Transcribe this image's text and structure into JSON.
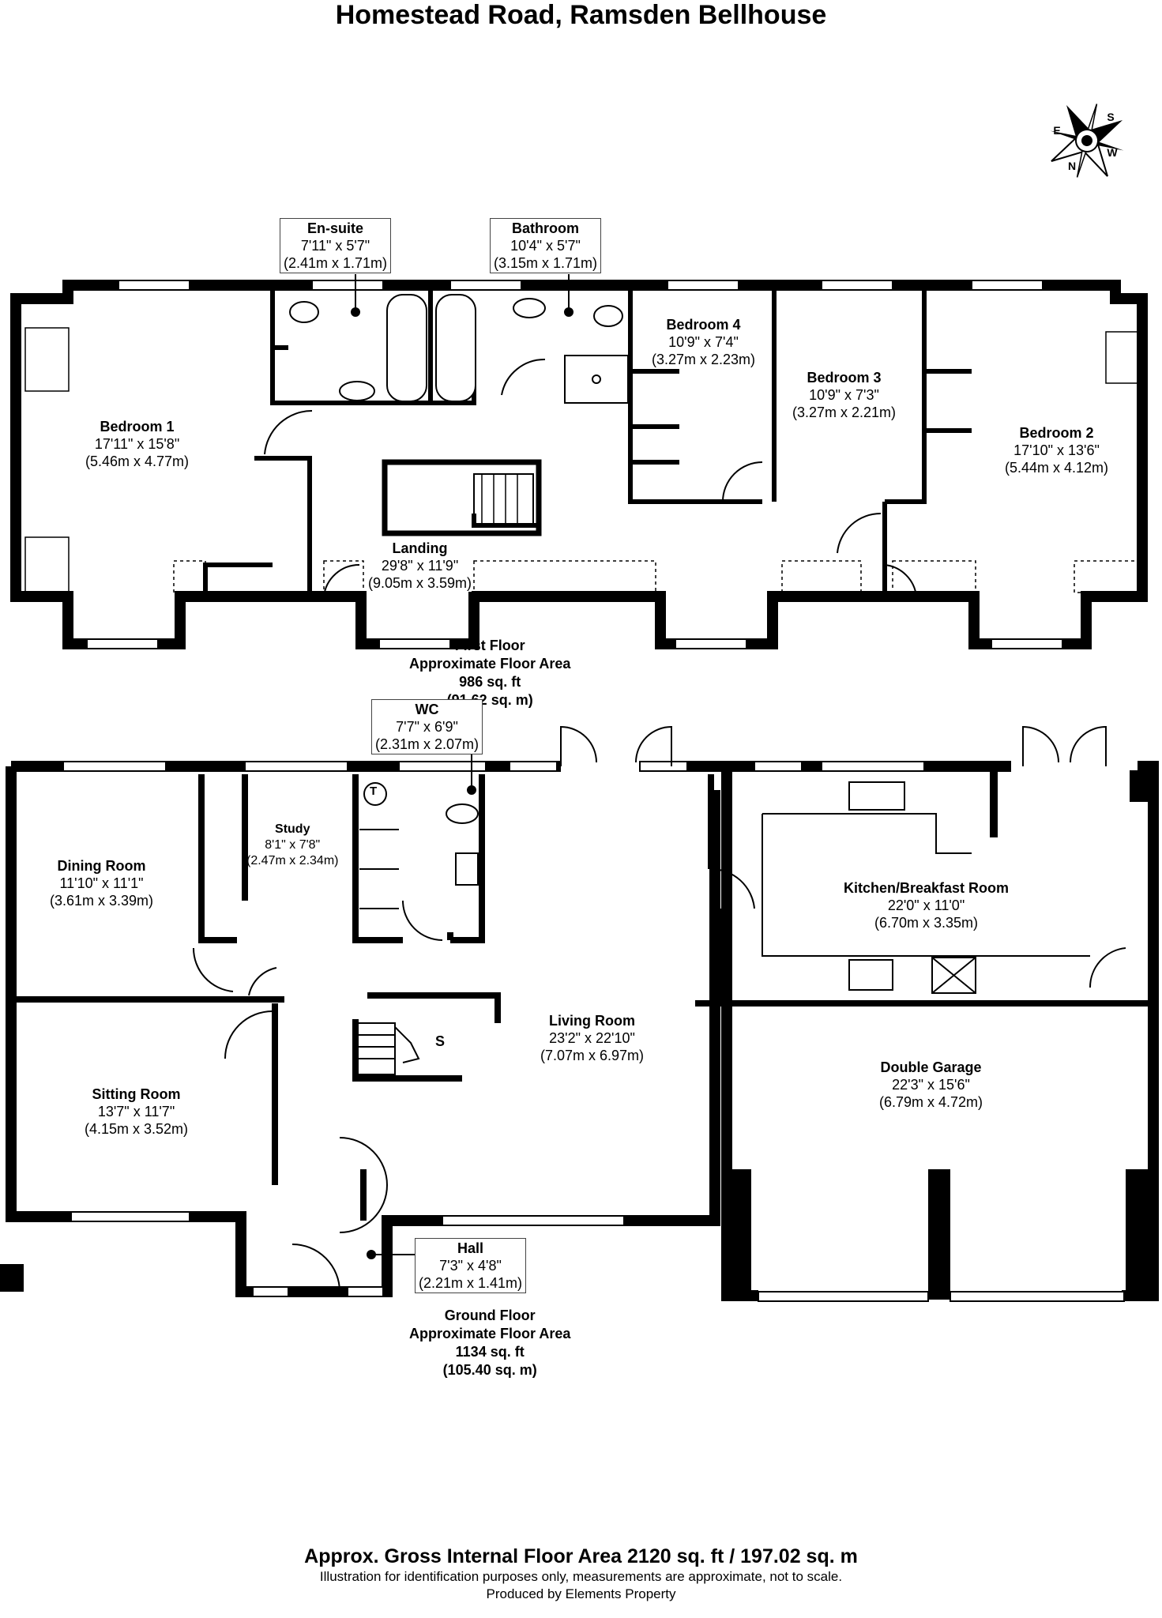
{
  "title": "Homestead Road, Ramsden Bellhouse",
  "compass": {
    "letters": [
      "S",
      "E",
      "N",
      "W"
    ]
  },
  "first_floor": {
    "label": [
      "First Floor",
      "Approximate Floor Area",
      "986 sq. ft",
      "(91.62 sq. m)"
    ],
    "rooms": {
      "ensuite": {
        "name": "En-suite",
        "imperial": "7'11\" x 5'7\"",
        "metric": "(2.41m x 1.71m)"
      },
      "bathroom": {
        "name": "Bathroom",
        "imperial": "10'4\" x 5'7\"",
        "metric": "(3.15m x 1.71m)"
      },
      "bedroom4": {
        "name": "Bedroom 4",
        "imperial": "10'9\" x 7'4\"",
        "metric": "(3.27m x 2.23m)"
      },
      "bedroom3": {
        "name": "Bedroom 3",
        "imperial": "10'9\" x 7'3\"",
        "metric": "(3.27m x 2.21m)"
      },
      "bedroom2": {
        "name": "Bedroom 2",
        "imperial": "17'10\" x 13'6\"",
        "metric": "(5.44m x 4.12m)"
      },
      "bedroom1": {
        "name": "Bedroom 1",
        "imperial": "17'11\" x 15'8\"",
        "metric": "(5.46m x 4.77m)"
      },
      "landing": {
        "name": "Landing",
        "imperial": "29'8\" x 11'9\"",
        "metric": "(9.05m x 3.59m)"
      }
    }
  },
  "ground_floor": {
    "label": [
      "Ground Floor",
      "Approximate Floor Area",
      "1134 sq. ft",
      "(105.40 sq. m)"
    ],
    "rooms": {
      "wc": {
        "name": "WC",
        "imperial": "7'7\" x 6'9\"",
        "metric": "(2.31m x 2.07m)"
      },
      "study": {
        "name": "Study",
        "imperial": "8'1\" x 7'8\"",
        "metric": "(2.47m x 2.34m)"
      },
      "dining": {
        "name": "Dining Room",
        "imperial": "11'10\" x 11'1\"",
        "metric": "(3.61m x 3.39m)"
      },
      "kitchen": {
        "name": "Kitchen/Breakfast Room",
        "imperial": "22'0\" x 11'0\"",
        "metric": "(6.70m x 3.35m)"
      },
      "living": {
        "name": "Living Room",
        "imperial": "23'2\" x 22'10\"",
        "metric": "(7.07m x 6.97m)"
      },
      "garage": {
        "name": "Double Garage",
        "imperial": "22'3\" x 15'6\"",
        "metric": "(6.79m x 4.72m)"
      },
      "sitting": {
        "name": "Sitting Room",
        "imperial": "13'7\" x 11'7\"",
        "metric": "(4.15m x 3.52m)"
      },
      "hall": {
        "name": "Hall",
        "imperial": "7'3\" x 4'8\"",
        "metric": "(2.21m x 1.41m)"
      }
    },
    "markers": {
      "stairs": "S",
      "tank": "T"
    }
  },
  "footer": {
    "gross": "Approx. Gross Internal Floor Area 2120 sq. ft / 197.02 sq. m",
    "disclaimer": "Illustration for identification purposes only, measurements are approximate, not to scale.",
    "producer": "Produced by Elements Property"
  }
}
